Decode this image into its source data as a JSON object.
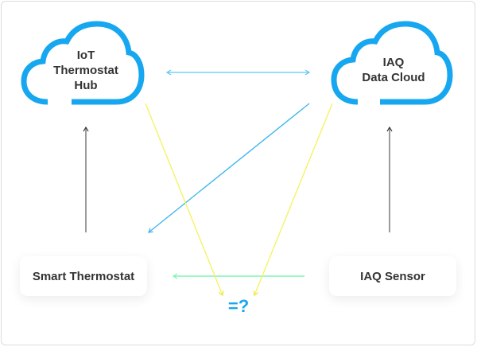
{
  "nodes": {
    "iot_hub": {
      "label_lines": [
        "IoT",
        "Thermostat",
        "Hub"
      ],
      "shape": "cloud"
    },
    "iaq_cloud": {
      "label_lines": [
        "IAQ",
        "Data Cloud"
      ],
      "shape": "cloud"
    },
    "smart_thermostat": {
      "label": "Smart Thermostat",
      "shape": "card"
    },
    "iaq_sensor": {
      "label": "IAQ Sensor",
      "shape": "card"
    },
    "result": {
      "label": "=?"
    }
  },
  "edges": [
    {
      "from": "iot_hub",
      "to": "iaq_cloud",
      "direction": "both",
      "color": "#5ec8f8"
    },
    {
      "from": "iaq_cloud",
      "to": "smart_thermostat",
      "direction": "forward",
      "color": "#3bb4ee"
    },
    {
      "from": "smart_thermostat",
      "to": "iot_hub",
      "direction": "forward",
      "color": "#777777"
    },
    {
      "from": "iaq_sensor",
      "to": "iaq_cloud",
      "direction": "forward",
      "color": "#777777"
    },
    {
      "from": "iaq_sensor",
      "to": "smart_thermostat",
      "direction": "forward",
      "color": "#7df5b4"
    },
    {
      "from": "iot_hub",
      "to": "result",
      "direction": "forward",
      "color": "#f9f871"
    },
    {
      "from": "iaq_cloud",
      "to": "result",
      "direction": "forward",
      "color": "#f9f871"
    }
  ],
  "colors": {
    "cloud_stroke": "#16a7f0",
    "text": "#333333",
    "result": "#1aa7ec"
  }
}
